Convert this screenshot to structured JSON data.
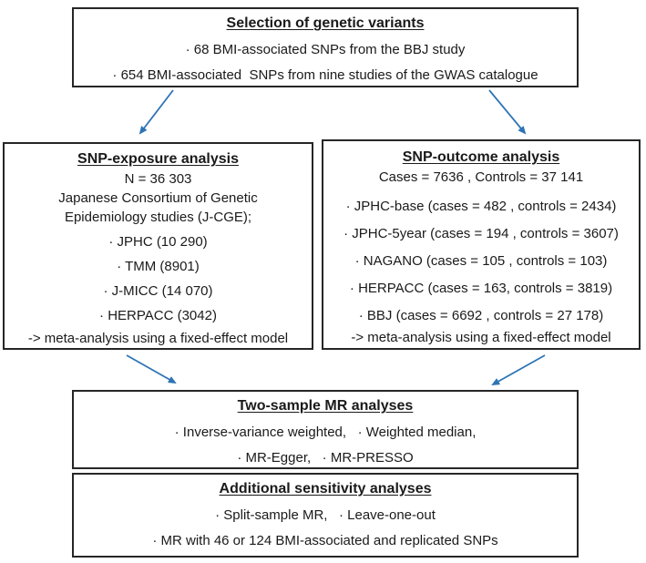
{
  "colors": {
    "arrow": "#2E74B5",
    "border": "#262626",
    "background": "#ffffff",
    "text": "#1a1a1a"
  },
  "boxes": {
    "selection": {
      "title": "Selection of genetic variants",
      "lines": [
        "· 68 BMI-associated SNPs from the BBJ study",
        "· 654 BMI-associated  SNPs from nine studies of the GWAS catalogue"
      ]
    },
    "exposure": {
      "title": "SNP-exposure analysis",
      "lines": [
        "N = 36 303",
        "Japanese Consortium of Genetic",
        "Epidemiology studies (J-CGE);",
        "· JPHC (10 290)",
        "· TMM (8901)",
        "· J-MICC (14 070)",
        "· HERPACC (3042)",
        "-> meta-analysis using a fixed-effect model"
      ]
    },
    "outcome": {
      "title": "SNP-outcome analysis",
      "lines": [
        "Cases = 7636 , Controls = 37 141",
        "· JPHC-base (cases = 482 , controls = 2434)",
        "· JPHC-5year (cases = 194 , controls = 3607)",
        "· NAGANO (cases = 105 , controls = 103)",
        "· HERPACC (cases = 163, controls = 3819)",
        "· BBJ (cases = 6692 , controls = 27 178)",
        "-> meta-analysis using a fixed-effect model"
      ]
    },
    "two_sample_mr": {
      "title": "Two-sample MR analyses",
      "lines": [
        "· Inverse-variance weighted,   · Weighted median,",
        "· MR-Egger,   · MR-PRESSO"
      ]
    },
    "sensitivity": {
      "title": "Additional sensitivity analyses",
      "lines": [
        "· Split-sample MR,   · Leave-one-out",
        "· MR with 46 or 124 BMI-associated and replicated SNPs"
      ]
    }
  }
}
